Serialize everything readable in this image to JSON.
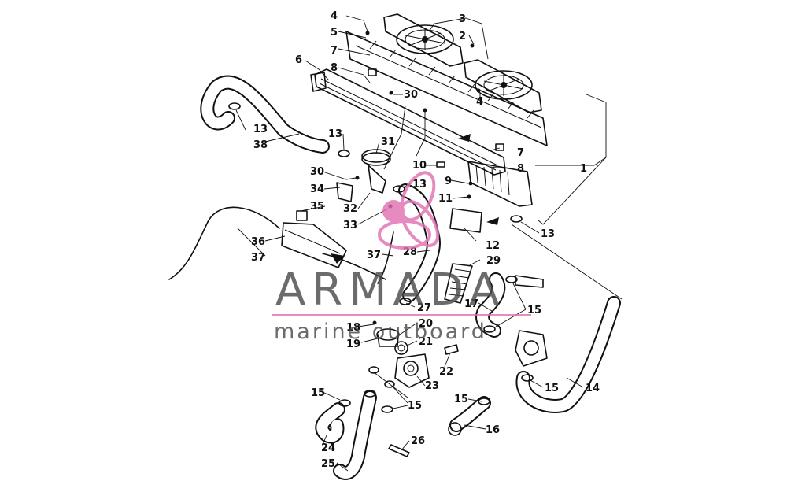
{
  "callouts": [
    {
      "id": "c4a",
      "text": "4"
    },
    {
      "id": "c3",
      "text": "3"
    },
    {
      "id": "c5",
      "text": "5"
    },
    {
      "id": "c2",
      "text": "2"
    },
    {
      "id": "c7a",
      "text": "7"
    },
    {
      "id": "c6",
      "text": "6"
    },
    {
      "id": "c8a",
      "text": "8"
    },
    {
      "id": "c30a",
      "text": "30"
    },
    {
      "id": "c4b",
      "text": "4"
    },
    {
      "id": "c13a",
      "text": "13"
    },
    {
      "id": "c38",
      "text": "38"
    },
    {
      "id": "c13b",
      "text": "13"
    },
    {
      "id": "c31",
      "text": "31"
    },
    {
      "id": "c7b",
      "text": "7"
    },
    {
      "id": "c1",
      "text": "1"
    },
    {
      "id": "c10",
      "text": "10"
    },
    {
      "id": "c8b",
      "text": "8"
    },
    {
      "id": "c30b",
      "text": "30"
    },
    {
      "id": "c13c",
      "text": "13"
    },
    {
      "id": "c9",
      "text": "9"
    },
    {
      "id": "c34",
      "text": "34"
    },
    {
      "id": "c11",
      "text": "11"
    },
    {
      "id": "c35",
      "text": "35"
    },
    {
      "id": "c32",
      "text": "32"
    },
    {
      "id": "c33",
      "text": "33"
    },
    {
      "id": "c13d",
      "text": "13"
    },
    {
      "id": "c36",
      "text": "36"
    },
    {
      "id": "c12",
      "text": "12"
    },
    {
      "id": "c37a",
      "text": "37"
    },
    {
      "id": "c37b",
      "text": "37"
    },
    {
      "id": "c28",
      "text": "28"
    },
    {
      "id": "c29",
      "text": "29"
    },
    {
      "id": "c17",
      "text": "17"
    },
    {
      "id": "c15a",
      "text": "15"
    },
    {
      "id": "c27",
      "text": "27"
    },
    {
      "id": "c18",
      "text": "18"
    },
    {
      "id": "c20",
      "text": "20"
    },
    {
      "id": "c19",
      "text": "19"
    },
    {
      "id": "c21",
      "text": "21"
    },
    {
      "id": "c22",
      "text": "22"
    },
    {
      "id": "c23",
      "text": "23"
    },
    {
      "id": "c15b",
      "text": "15"
    },
    {
      "id": "c14",
      "text": "14"
    },
    {
      "id": "c15c",
      "text": "15"
    },
    {
      "id": "c15d",
      "text": "15"
    },
    {
      "id": "c15e",
      "text": "15"
    },
    {
      "id": "c16",
      "text": "16"
    },
    {
      "id": "c24",
      "text": "24"
    },
    {
      "id": "c26",
      "text": "26"
    },
    {
      "id": "c25",
      "text": "25"
    }
  ],
  "watermark": {
    "brand": "ARMADA",
    "tagline": "marine outboard",
    "logo_color": "#e06fb0",
    "text_color": "#4a4a4a",
    "line_color": "#e06fb0"
  }
}
